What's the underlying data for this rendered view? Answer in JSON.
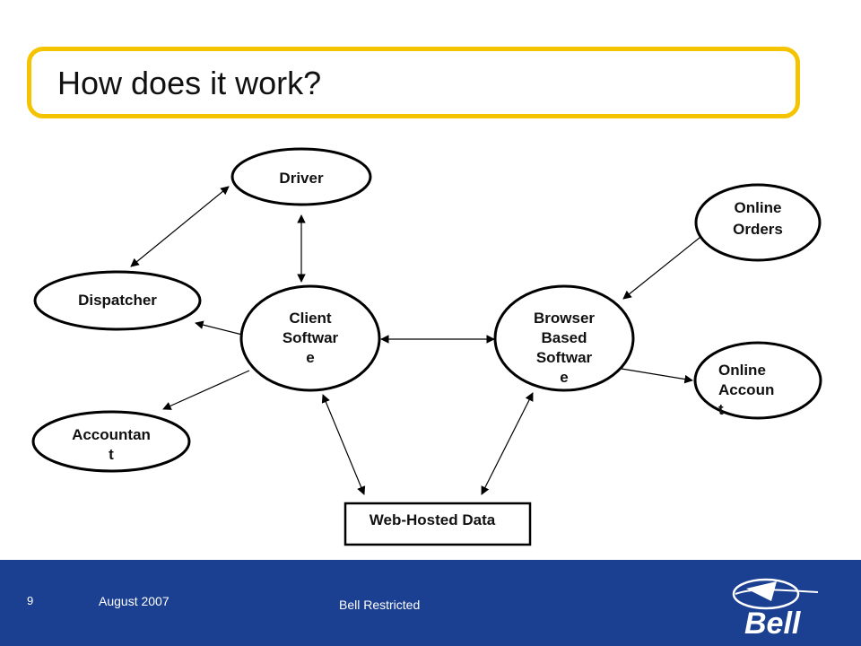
{
  "slide": {
    "title": "How does it work?",
    "accent_color": "#f5c400",
    "footer_color": "#1b3f91"
  },
  "nodes": {
    "driver": [
      "Driver"
    ],
    "dispatcher": [
      "Dispatcher"
    ],
    "accountant": [
      "Accountan",
      "t"
    ],
    "client_software": [
      "Client",
      "Softwar",
      "e"
    ],
    "browser_software": [
      "Browser",
      "Based",
      "Softwar",
      "e"
    ],
    "online_orders": [
      "Online",
      "Orders"
    ],
    "online_account": [
      "Online",
      "Accoun",
      "t"
    ],
    "web_data": [
      "Web-Hosted Data"
    ]
  },
  "footer": {
    "page_number": "9",
    "date": "August 2007",
    "classification": "Bell Restricted",
    "logo_text": "Bell"
  }
}
